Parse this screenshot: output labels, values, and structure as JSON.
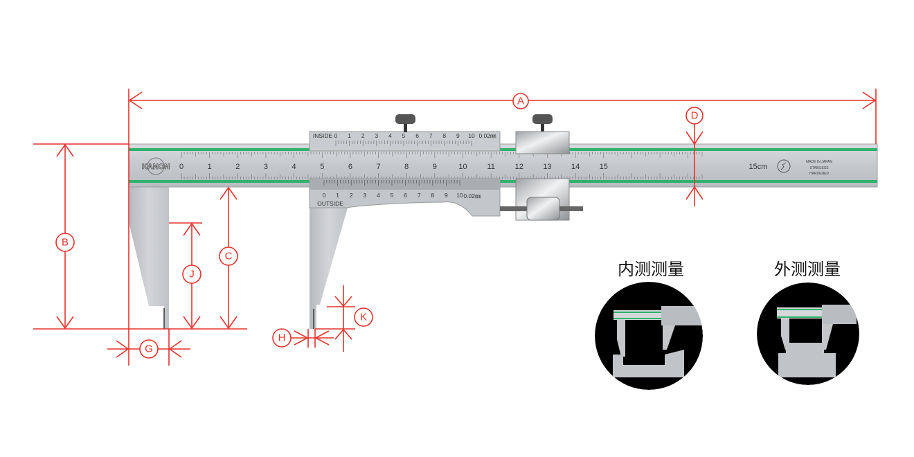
{
  "dimensions": {
    "A": "A",
    "B": "B",
    "C": "C",
    "D": "D",
    "G": "G",
    "H": "H",
    "J": "J",
    "K": "K"
  },
  "caliper": {
    "brand_logo": "KANON",
    "main_scale_numbers": [
      "0",
      "1",
      "2",
      "3",
      "4",
      "5",
      "6",
      "7",
      "8",
      "9",
      "10",
      "11",
      "12",
      "13",
      "14",
      "15"
    ],
    "scale_unit": "15cm",
    "made_in": "MADE IN JAPAN",
    "material_1": "STAINLESS",
    "material_2": "HARDENED",
    "inside_label": "INSIDE",
    "outside_label": "OUTSIDE",
    "vernier_numbers": [
      "0",
      "1",
      "2",
      "3",
      "4",
      "5",
      "6",
      "7",
      "8",
      "9",
      "10"
    ],
    "resolution": "0.02㎜"
  },
  "panels": [
    {
      "title": "内测测量"
    },
    {
      "title": "外测测量"
    }
  ],
  "colors": {
    "dimension": "#e8322a",
    "stripe": "#2db36b",
    "steel": "#c8cbd0"
  }
}
